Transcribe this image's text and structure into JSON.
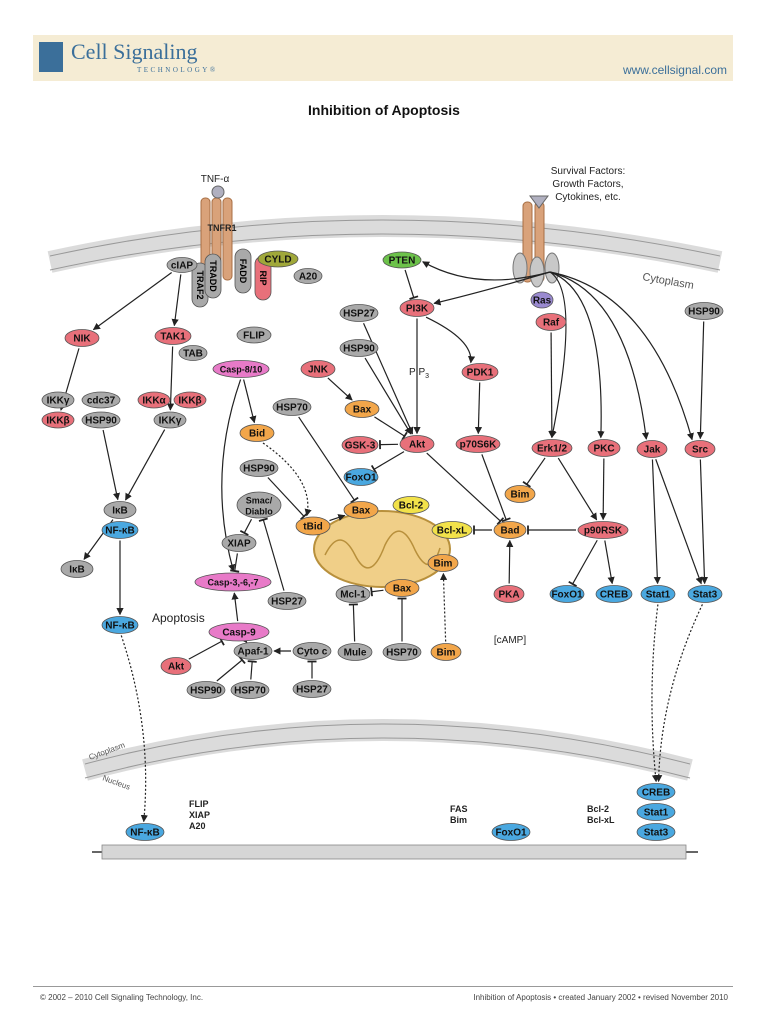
{
  "header": {
    "brand": "Cell Signaling",
    "brand_sub": "TECHNOLOGY®",
    "website": "www.cellsignal.com"
  },
  "title": "Inhibition of Apoptosis",
  "footer": {
    "left": "© 2002 – 2010 Cell Signaling Technology, Inc.",
    "right": "Inhibition of Apoptosis • created January 2002 • revised November 2010"
  },
  "labels": {
    "tnfa": "TNF-α",
    "survival1": "Survival Factors:",
    "survival2": "Growth Factors,",
    "survival3": "Cytokines, etc.",
    "cytoplasm_top": "Cytoplasm",
    "cytoplasm_bottom": "Cytoplasm",
    "nucleus": "Nucleus",
    "apoptosis": "Apoptosis",
    "pip3": "PIP",
    "pip3_sub": "3",
    "camp": "[cAMP]",
    "tnfr1": "TNFR1",
    "tradd": "TRADD",
    "traf2": "TRAF2",
    "fadd": "FADD",
    "rip": "RIP",
    "nfkb_targets": [
      "FLIP",
      "XIAP",
      "A20"
    ],
    "foxo_targets": [
      "FAS",
      "Bim"
    ],
    "stat_targets": [
      "Bcl-2",
      "Bcl-xL"
    ]
  },
  "colors": {
    "red": "#e8707a",
    "gray": "#a9a9a9",
    "orange": "#f2a64a",
    "yellow": "#f2e24a",
    "blue": "#4aa8e0",
    "pink": "#e87ac8",
    "green": "#6cc24a",
    "olive": "#a0a83a",
    "purple": "#9a8ad0",
    "receptor": "#d9a27a"
  },
  "nodes": {
    "n_ciap": "cIAP",
    "n_cyld": "CYLD",
    "n_a20": "A20",
    "n_pten": "PTEN",
    "n_ras": "Ras",
    "n_raf": "Raf",
    "n_hsp90_r": "HSP90",
    "n_nik": "NIK",
    "n_tak1": "TAK1",
    "n_tab": "TAB",
    "n_flip": "FLIP",
    "n_casp810": "Casp-8/10",
    "n_jnk": "JNK",
    "n_hsp27_a": "HSP27",
    "n_pi3k": "PI3K",
    "n_hsp90_a": "HSP90",
    "n_pdk1": "PDK1",
    "n_ikkg1": "IKKγ",
    "n_cdc37": "cdc37",
    "n_ikkb1": "IKKβ",
    "n_hsp90_b": "HSP90",
    "n_ikka": "IKKα",
    "n_ikkb2": "IKKβ",
    "n_ikkg2": "IKKγ",
    "n_hsp70_a": "HSP70",
    "n_bax_a": "Bax",
    "n_bid": "Bid",
    "n_gsk3": "GSK-3",
    "n_akt": "Akt",
    "n_p70s6k": "p70S6K",
    "n_erk": "Erk1/2",
    "n_pkc": "PKC",
    "n_jak": "Jak",
    "n_src": "Src",
    "n_foxo_a": "FoxO1",
    "n_hsp90_c": "HSP90",
    "n_bim_a": "Bim",
    "n_smac": "Smac/ Diablo",
    "n_bcl2": "Bcl-2",
    "n_bax_b": "Bax",
    "n_tbid": "tBid",
    "n_bclxl": "Bcl-xL",
    "n_bad": "Bad",
    "n_p90rsk": "p90RSK",
    "n_ikb_a": "IκB",
    "n_nfkb_a": "NF-κB",
    "n_xiap": "XIAP",
    "n_bim_b": "Bim",
    "n_ikb_b": "IκB",
    "n_casp367": "Casp-3,-6,-7",
    "n_mcl1": "Mcl-1",
    "n_bax_c": "Bax",
    "n_foxo_b": "FoxO1",
    "n_creb_a": "CREB",
    "n_stat1_a": "Stat1",
    "n_stat3_a": "Stat3",
    "n_hsp27_b": "HSP27",
    "n_pka": "PKA",
    "n_nfkb_b": "NF-κB",
    "n_casp9": "Casp-9",
    "n_akt_b": "Akt",
    "n_apaf1": "Apaf-1",
    "n_cytoc": "Cyto c",
    "n_mule": "Mule",
    "n_hsp70_b": "HSP70",
    "n_bim_c": "Bim",
    "n_hsp90_d": "HSP90",
    "n_hsp70_c": "HSP70",
    "n_hsp27_c": "HSP27",
    "n_creb_b": "CREB",
    "n_stat1_b": "Stat1",
    "n_stat3_b": "Stat3",
    "n_nfkb_c": "NF-κB",
    "n_foxo_c": "FoxO1"
  }
}
